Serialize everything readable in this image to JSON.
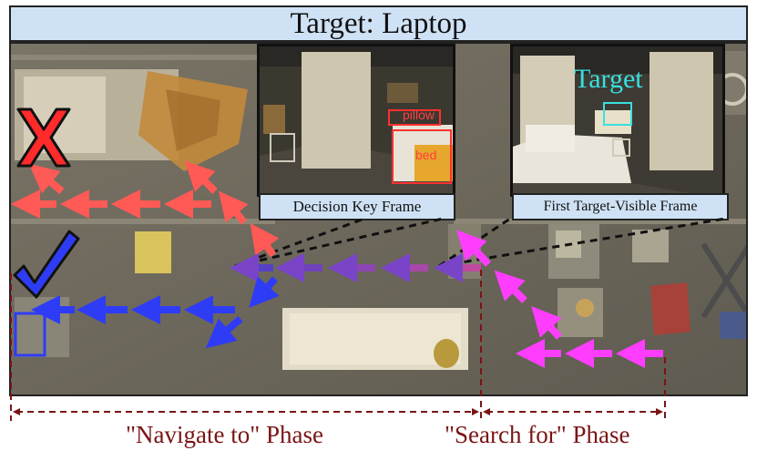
{
  "title": "Target: Laptop",
  "insets": {
    "decision": {
      "caption": "Decision Key Frame",
      "labels": [
        "pillow",
        "bed"
      ]
    },
    "first_visible": {
      "caption": "First Target-Visible Frame",
      "label": "Target"
    }
  },
  "phases": {
    "navigate": "\"Navigate to\" Phase",
    "search": "\"Search for\" Phase"
  },
  "colors": {
    "failed_path": "#ff5a55",
    "success_path": "#2f3cf5",
    "search_path": "#ff3dff",
    "shared_path_start": "#3a3cd0",
    "shared_path_end": "#c04aa0",
    "phase_lines": "#7a1414",
    "target_box": "#39e0e0",
    "detection_box": "#ff3030"
  },
  "icons": {
    "fail": "x-mark-icon",
    "success": "check-mark-icon"
  }
}
